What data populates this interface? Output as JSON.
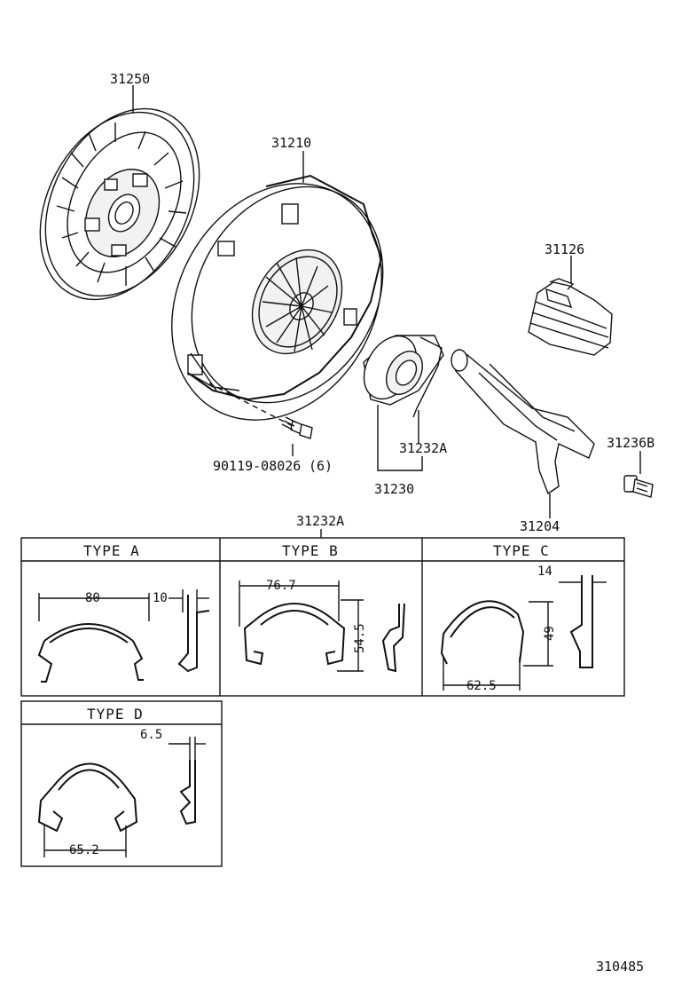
{
  "parts": {
    "clutch_disc": "31250",
    "clutch_cover": "31210",
    "boot": "31126",
    "bearing_clip": "31232A",
    "release_bearing": "31230",
    "release_fork": "31204",
    "fork_support": "31236B",
    "bolt": "90119-08026",
    "bolt_qty": "(6)",
    "clip_types": "31232A"
  },
  "types": {
    "a": {
      "title": "TYPE  A",
      "dim_width": "80",
      "dim_thick": "10"
    },
    "b": {
      "title": "TYPE  B",
      "dim_width": "76.7",
      "dim_height": "54.5"
    },
    "c": {
      "title": "TYPE  C",
      "dim_thick": "14",
      "dim_height": "49",
      "dim_width": "62.5"
    },
    "d": {
      "title": "TYPE  D",
      "dim_thick": "6.5",
      "dim_width": "65.2"
    }
  },
  "figure_number": "310485"
}
